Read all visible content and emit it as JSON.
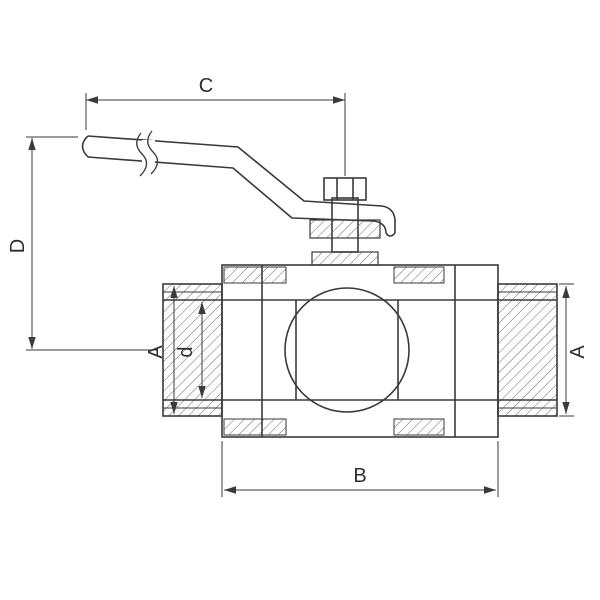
{
  "figure": {
    "background": "#ffffff",
    "line_color": "#3a3a3a",
    "labels": {
      "C": "C",
      "D": "D",
      "A_left": "A",
      "d": "d",
      "A_right": "A",
      "B": "B"
    }
  }
}
